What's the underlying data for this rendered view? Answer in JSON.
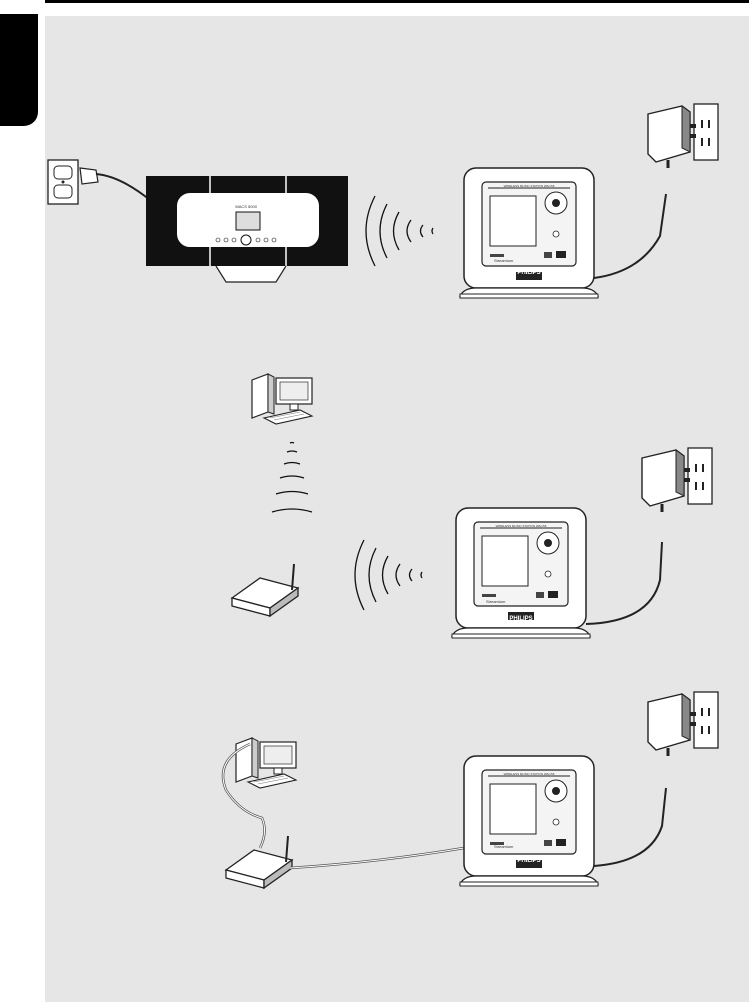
{
  "page": {
    "background": "#e6e6e6",
    "tab_color": "#000000"
  },
  "labels": {
    "brand": "PHILIPS",
    "station_tag": "Streamium",
    "station_top": "WIRELESS MUSIC STATION WACS5",
    "center_display": "WACS 5000"
  },
  "icons": [
    "wall-outlet-icon",
    "power-adapter-icon",
    "wifi-waves-icon",
    "router-icon",
    "computer-icon",
    "ethernet-cable-icon"
  ]
}
